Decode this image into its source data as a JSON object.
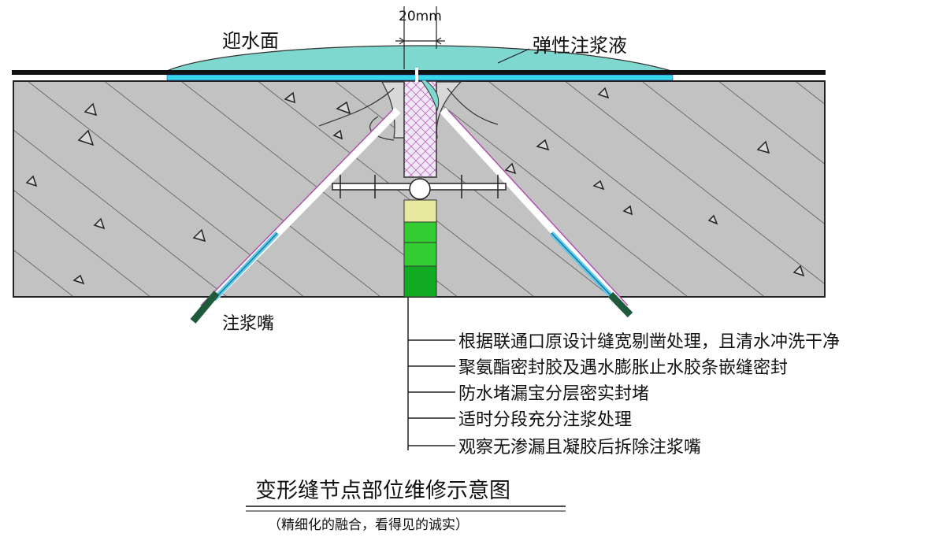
{
  "labels": {
    "dimension": "20mm",
    "water_face": "迎水面",
    "grout": "弹性注浆液",
    "nozzle": "注浆嘴"
  },
  "steps": [
    "根据联通口原设计缝宽剔凿处理，且清水冲洗干净",
    "聚氨酯密封胶及遇水膨胀止水胶条嵌缝密封",
    "防水堵漏宝分层密实封堵",
    "适时分段充分注浆处理",
    "观察无渗漏且凝胶后拆除注浆嘴"
  ],
  "caption": {
    "title": "变形缝节点部位维修示意图",
    "subtitle": "（精细化的融合，看得见的诚实）"
  },
  "colors": {
    "concrete": "#c2c2c2",
    "hatch": "#4a4a4a",
    "grout": "#7fd8d0",
    "seal_strip": "#38d6ea",
    "joint_filler": "#f0e8f6",
    "plug_top": "#e8e8a0",
    "plug_mid": "#33cc33",
    "plug_bottom": "#11aa22",
    "nozzle": "#1f5a3a"
  }
}
